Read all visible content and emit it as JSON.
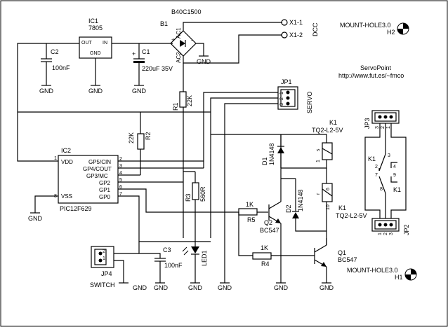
{
  "frame": {
    "border_color": "#000000",
    "background": "#ffffff"
  },
  "ic1": {
    "ref": "IC1",
    "value": "7805",
    "pin_out": "OUT",
    "pin_in": "IN",
    "pin_gnd": "GND"
  },
  "b1": {
    "ref": "B1",
    "value": "B40C1500",
    "ac1": "AC1",
    "ac2": "AC2",
    "plus": "+",
    "minus": "-"
  },
  "c1": {
    "ref": "C1",
    "value": "220uF 35V",
    "plus": "+"
  },
  "c2": {
    "ref": "C2",
    "value": "100nF"
  },
  "c3": {
    "ref": "C3",
    "value": "100nF"
  },
  "x1": {
    "pin1": "X1-1",
    "pin2": "X1-2",
    "label": "DCC"
  },
  "mount": {
    "h2": "MOUNT-HOLE3.0",
    "h2_ref": "H2",
    "h1": "MOUNT-HOLE3.0",
    "h1_ref": "H1"
  },
  "title": {
    "name": "ServoPoint",
    "url": "http://www.fut.es/~fmco"
  },
  "jp1": {
    "ref": "JP1",
    "label": "SERVO",
    "pins": [
      "1",
      "2",
      "3"
    ]
  },
  "r1": {
    "ref": "R1",
    "value": "22K"
  },
  "r2": {
    "ref": "R2",
    "value": "22K"
  },
  "r3": {
    "ref": "R3",
    "value": "560R"
  },
  "r4": {
    "ref": "R4",
    "value": "1K"
  },
  "r5": {
    "ref": "R5",
    "value": "1K"
  },
  "ic2": {
    "ref": "IC2",
    "value": "PIC12F629",
    "left_pins": [
      {
        "num": "1",
        "name": "VDD"
      },
      {
        "num": "8",
        "name": "VSS"
      }
    ],
    "right_pins": [
      {
        "num": "2",
        "name": "GP5/CIN"
      },
      {
        "num": "3",
        "name": "GP4/COUT"
      },
      {
        "num": "4",
        "name": "GP3/MC"
      },
      {
        "num": "5",
        "name": "GP2"
      },
      {
        "num": "6",
        "name": "GP1"
      },
      {
        "num": "7",
        "name": "GP0"
      }
    ]
  },
  "d1": {
    "ref": "D1",
    "value": "1N4148"
  },
  "d2": {
    "ref": "D2",
    "value": "1N4148"
  },
  "k1_top": {
    "ref": "K1",
    "value": "TQ2-L2-5V",
    "pin_s": "s",
    "pin_1": "1"
  },
  "k1_bot": {
    "ref": "K1",
    "value": "TQ2-L2-5V",
    "pin_6": "6",
    "pin_r": "r",
    "pin_10": "10"
  },
  "q1": {
    "ref": "Q1",
    "value": "BC547"
  },
  "q2": {
    "ref": "Q2",
    "value": "BC547"
  },
  "led1": {
    "ref": "LED1"
  },
  "jp3": {
    "ref": "JP3",
    "pins": [
      "1",
      "2",
      "3"
    ]
  },
  "jp2": {
    "ref": "JP2",
    "pins": [
      "1",
      "2",
      "3"
    ]
  },
  "jp4": {
    "ref": "JP4",
    "label": "SWITCH",
    "pins": [
      "1",
      "2"
    ]
  },
  "k1_contacts": {
    "upper": {
      "ref": "K1",
      "pins": [
        "2",
        "3",
        "4"
      ]
    },
    "lower": {
      "ref": "K1",
      "pins": [
        "7",
        "8",
        "9"
      ]
    }
  },
  "gnd": {
    "label": "GND"
  }
}
